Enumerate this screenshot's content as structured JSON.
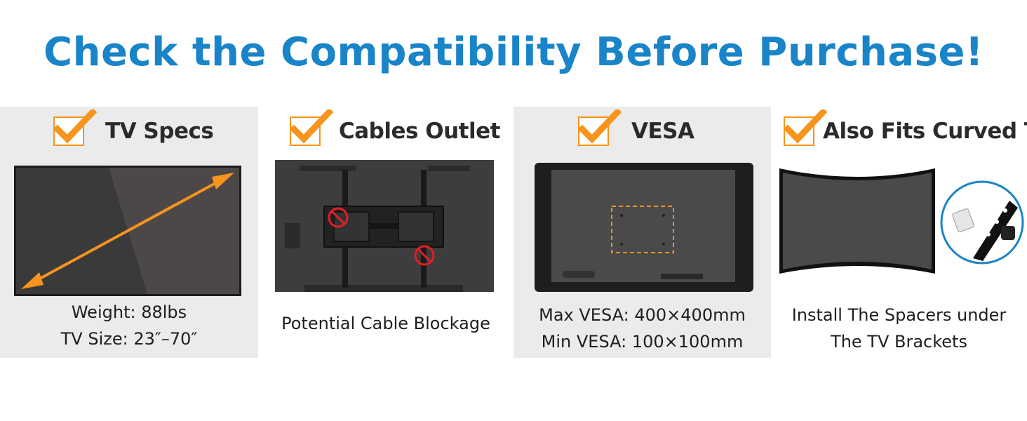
{
  "headline": "Check the Compatibility Before Purchase!",
  "colors": {
    "headline_blue": "#1a84c8",
    "check_orange": "#f7941d",
    "panel_gray": "#ebebeb",
    "screen_dark": "#3a3a3a",
    "no_symbol_red": "#e31e24"
  },
  "panels": [
    {
      "title": "TV Specs",
      "icon": "checkmark-icon",
      "lines": [
        "Weight: 88lbs",
        "TV Size: 23″–70″"
      ]
    },
    {
      "title": "Cables Outlet",
      "icon": "checkmark-icon",
      "lines": [
        "Potential Cable Blockage"
      ]
    },
    {
      "title": "VESA",
      "icon": "checkmark-icon",
      "lines": [
        "Max VESA: 400×400mm",
        "Min VESA: 100×100mm"
      ]
    },
    {
      "title": "Also Fits Curved TV",
      "icon": "checkmark-icon",
      "lines": [
        "Install The Spacers under",
        "The TV Brackets"
      ]
    }
  ]
}
